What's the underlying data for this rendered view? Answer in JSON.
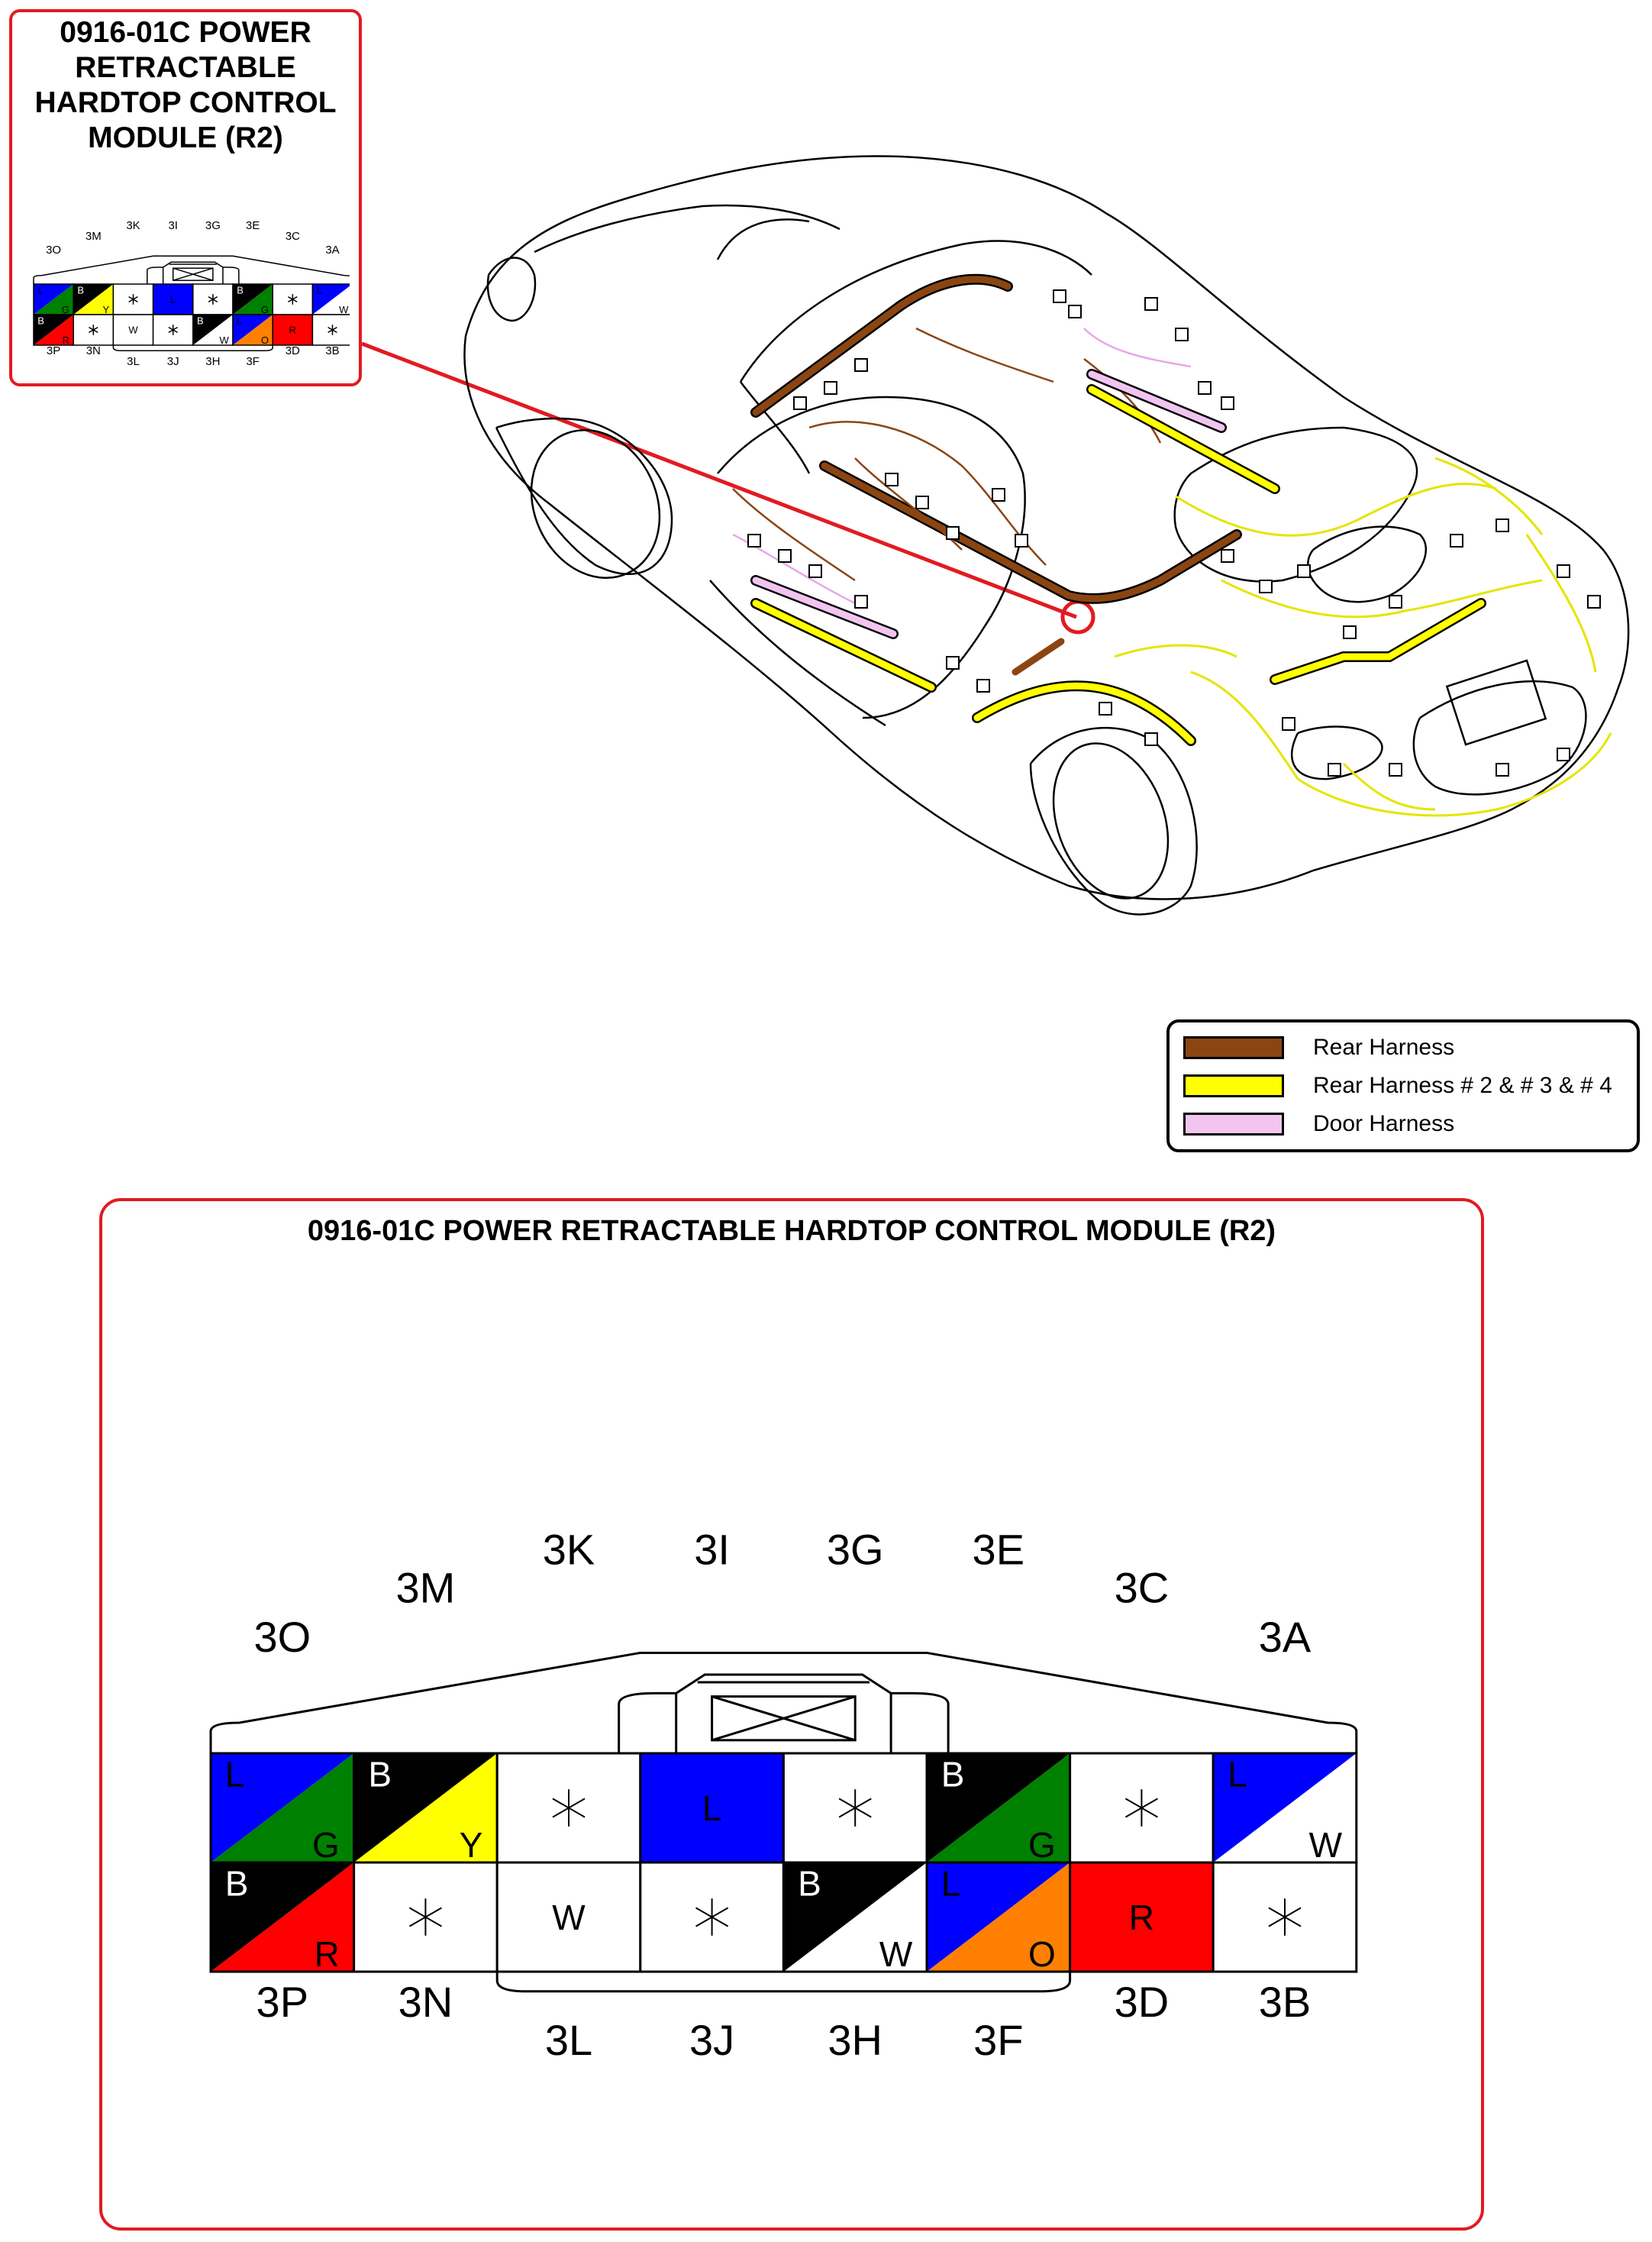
{
  "callout": {
    "title_lines": [
      "0916-01C POWER",
      "RETRACTABLE",
      "HARDTOP CONTROL",
      "MODULE (R2)"
    ]
  },
  "main": {
    "title": "0916-01C POWER RETRACTABLE HARDTOP CONTROL MODULE (R2)"
  },
  "legend": {
    "items": [
      {
        "label": "Rear Harness",
        "color": "#8B4513"
      },
      {
        "label": "Rear Harness # 2 & # 3 & # 4",
        "color": "#FFFF00"
      },
      {
        "label": "Door Harness",
        "color": "#F2C4F0"
      }
    ]
  },
  "connector": {
    "top_labels": [
      "3O",
      "3M",
      "3K",
      "3I",
      "3G",
      "3E",
      "3C",
      "3A"
    ],
    "bottom_labels": [
      "3P",
      "3N",
      "3L",
      "3J",
      "3H",
      "3F",
      "3D",
      "3B"
    ],
    "top_row": [
      {
        "type": "split",
        "a": "L",
        "b": "G",
        "ca": "#0000FF",
        "cb": "#008000"
      },
      {
        "type": "split",
        "a": "B",
        "b": "Y",
        "ca": "#000000",
        "cb": "#FFFF00"
      },
      {
        "type": "star"
      },
      {
        "type": "solid",
        "a": "L",
        "ca": "#0000FF"
      },
      {
        "type": "star"
      },
      {
        "type": "split",
        "a": "B",
        "b": "G",
        "ca": "#000000",
        "cb": "#008000"
      },
      {
        "type": "star"
      },
      {
        "type": "split",
        "a": "L",
        "b": "W",
        "ca": "#0000FF",
        "cb": "#FFFFFF"
      }
    ],
    "bottom_row": [
      {
        "type": "split",
        "a": "B",
        "b": "R",
        "ca": "#000000",
        "cb": "#FF0000"
      },
      {
        "type": "star"
      },
      {
        "type": "solid",
        "a": "W",
        "ca": "#FFFFFF"
      },
      {
        "type": "star"
      },
      {
        "type": "split",
        "a": "B",
        "b": "W",
        "ca": "#000000",
        "cb": "#FFFFFF"
      },
      {
        "type": "split",
        "a": "L",
        "b": "O",
        "ca": "#0000FF",
        "cb": "#FF8000"
      },
      {
        "type": "solid",
        "a": "R",
        "ca": "#FF0000"
      },
      {
        "type": "star"
      }
    ]
  },
  "colors": {
    "frame": "#E11B22",
    "rear_harness": "#8B4513",
    "rear_harness_2_3_4": "#FFFF00",
    "door_harness": "#F2C4F0"
  }
}
